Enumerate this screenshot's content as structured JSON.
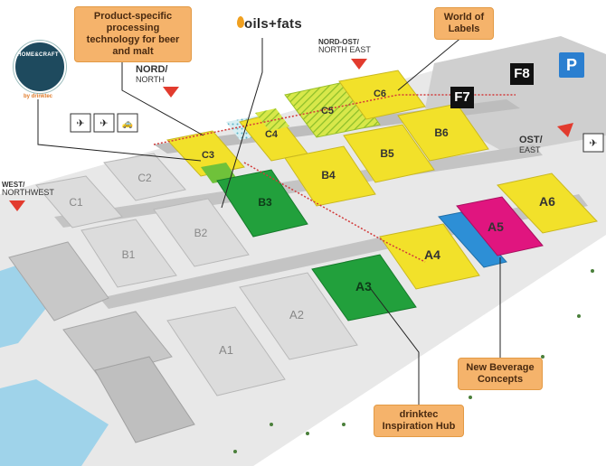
{
  "callouts": {
    "processing": "Product-specific processing technology for beer and malt",
    "labels": "World of Labels",
    "new_beverage": "New Beverage Concepts",
    "inspiration": "drinktec Inspiration Hub"
  },
  "brands": {
    "home_craft": "HOME&CRAFT",
    "home_craft_by": "by drinktec",
    "oils_fats": "oils+fats"
  },
  "entrances": {
    "north": {
      "de": "NORD/",
      "en": "NORTH"
    },
    "north_east": {
      "de": "NORD-OST/",
      "en": "NORTH EAST"
    },
    "east": {
      "de": "OST/",
      "en": "EAST"
    },
    "west": {
      "de": "WEST/",
      "en": "NORTHWEST"
    }
  },
  "parking": {
    "f8": "F8",
    "f7": "F7",
    "p": "P"
  },
  "halls": {
    "a1": "A1",
    "a2": "A2",
    "a3": "A3",
    "a4": "A4",
    "a5": "A5",
    "a6": "A6",
    "b1": "B1",
    "b2": "B2",
    "b3": "B3",
    "b4": "B4",
    "b5": "B5",
    "b6": "B6",
    "c1": "C1",
    "c2": "C2",
    "c3": "C3",
    "c4": "C4",
    "c5": "C5",
    "c6": "C6"
  },
  "colors": {
    "yellow": "#f2e12a",
    "green": "#22a03c",
    "magenta": "#e0157f",
    "blue": "#2d8fd6",
    "grey": "#d9d9d9",
    "callout": "#f5b36b"
  }
}
